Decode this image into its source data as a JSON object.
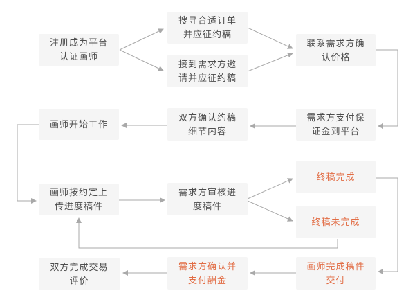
{
  "colors": {
    "background": "#ffffff",
    "box_background": "#f5f5f5",
    "text": "#4d4d4d",
    "accent_text": "#e26d45",
    "line": "#a9a9a9"
  },
  "flowchart": {
    "description": "Artist commission platform workflow flowchart",
    "nodes": {
      "register": {
        "label": "注册成为平台\n认证画师",
        "accent": false
      },
      "search": {
        "label": "搜寻合适订单\n并应征约稿",
        "accent": false
      },
      "invite": {
        "label": "接到需求方邀\n请并应征约稿",
        "accent": false
      },
      "contact": {
        "label": "联系需求方确\n认价格",
        "accent": false
      },
      "deposit": {
        "label": "需求方支付保\n证金到平台",
        "accent": false
      },
      "details": {
        "label": "双方确认约稿\n细节内容",
        "accent": false
      },
      "start": {
        "label": "画师开始工作",
        "accent": false
      },
      "upload": {
        "label": "画师按约定上\n传进度稿件",
        "accent": false
      },
      "review": {
        "label": "需求方审核进\n度稿件",
        "accent": false
      },
      "final_done": {
        "label": "终稿完成",
        "accent": true
      },
      "final_not_done": {
        "label": "终稿未完成",
        "accent": true
      },
      "evaluate": {
        "label": "双方完成交易\n评价",
        "accent": false
      },
      "pay": {
        "label": "需求方确认并\n支付酬金",
        "accent": true
      },
      "deliver": {
        "label": "画师完成稿件\n交付",
        "accent": true
      }
    },
    "edges": [
      {
        "from": "register",
        "to": "search"
      },
      {
        "from": "register",
        "to": "invite"
      },
      {
        "from": "search",
        "to": "contact"
      },
      {
        "from": "invite",
        "to": "contact"
      },
      {
        "from": "contact",
        "to": "deposit"
      },
      {
        "from": "deposit",
        "to": "details"
      },
      {
        "from": "details",
        "to": "start"
      },
      {
        "from": "start",
        "to": "upload"
      },
      {
        "from": "upload",
        "to": "review"
      },
      {
        "from": "review",
        "to": "final_done"
      },
      {
        "from": "review",
        "to": "final_not_done"
      },
      {
        "from": "final_done",
        "to": "deliver"
      },
      {
        "from": "final_not_done",
        "to": "upload"
      },
      {
        "from": "deliver",
        "to": "pay"
      },
      {
        "from": "pay",
        "to": "evaluate"
      }
    ]
  }
}
